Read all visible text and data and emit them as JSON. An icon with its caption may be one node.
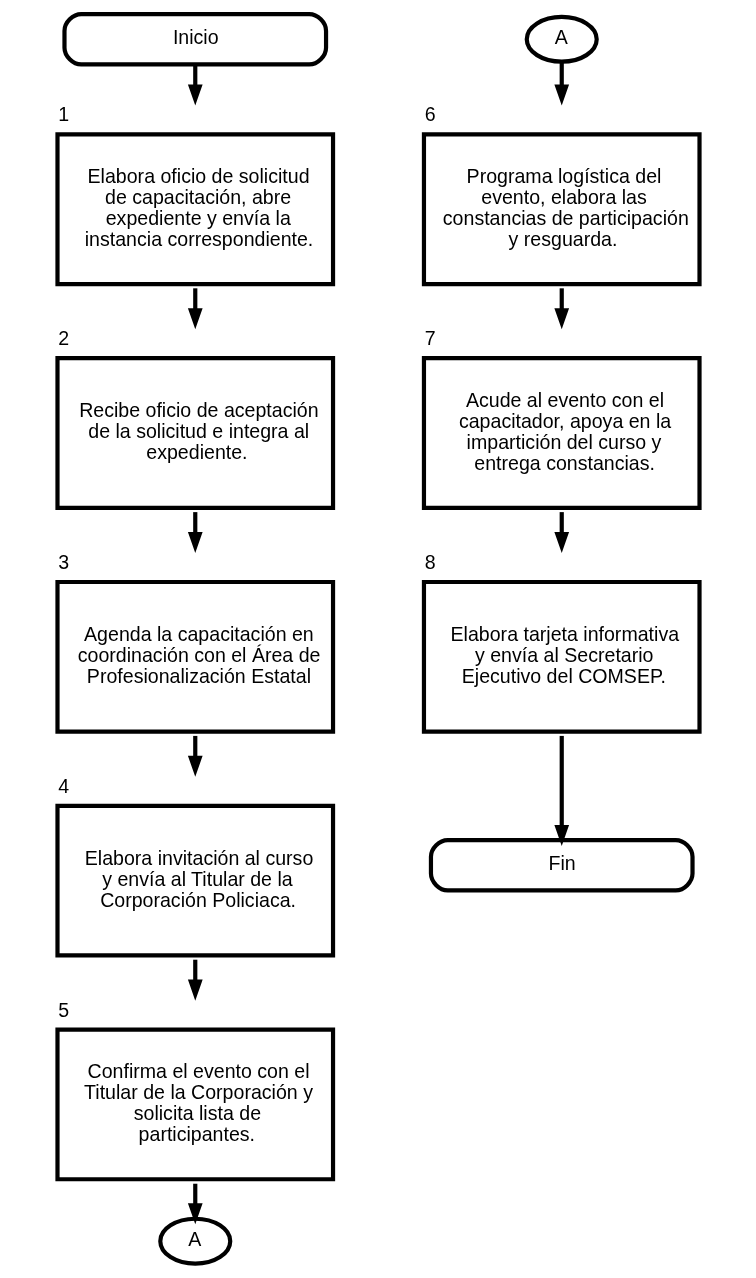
{
  "diagram": {
    "nodes": [
      {
        "text": [
          "Inicio"
        ]
      },
      {
        "text": [
          "Elabora oficio de solicitud de capacitación, abre expediente y envía la instancia correspondiente."
        ],
        "beside": [
          "1"
        ]
      },
      {
        "text": [
          "Recibe oficio de aceptación de la solicitud e integra al expediente."
        ],
        "beside": [
          "2"
        ]
      },
      {
        "text": [
          "Agenda la capacitación en coordinación con el Área de Profesionalización Estatal"
        ],
        "beside": [
          "3"
        ]
      },
      {
        "text": [
          "Elabora invitación al curso y envía al Titular de la Corporación Policiaca."
        ],
        "beside": [
          "4"
        ]
      },
      {
        "text": [
          "Confirma el evento con el Titular de la Corporación y solicita lista de participantes."
        ],
        "beside": [
          "5"
        ]
      },
      {
        "text": [
          "A"
        ]
      },
      {
        "text": [
          "A"
        ]
      },
      {
        "text": [
          "Programa logística del evento, elabora las constancias de participación y resguarda."
        ],
        "beside": [
          "6"
        ]
      },
      {
        "text": [
          "Acude al evento con el capacitador, apoya en la impartición del curso y entrega constancias."
        ],
        "beside": [
          "7"
        ]
      },
      {
        "text": [
          "Elabora tarjeta informativa y envía al Secretario Ejecutivo del COMSEP."
        ],
        "beside": [
          "8"
        ]
      },
      {
        "text": [
          "Fin"
        ]
      }
    ],
    "edges": [
      {
        "from": 0,
        "to": 1,
        "arrow": "to"
      },
      {
        "from": 1,
        "to": 2,
        "arrow": "to"
      },
      {
        "from": 2,
        "to": 3,
        "arrow": "to"
      },
      {
        "from": 3,
        "to": 4,
        "arrow": "to"
      },
      {
        "from": 4,
        "to": 5,
        "arrow": "to"
      },
      {
        "from": 5,
        "to": 6,
        "arrow": "to"
      },
      {
        "from": 7,
        "to": 8,
        "arrow": "to"
      },
      {
        "from": 8,
        "to": 9,
        "arrow": "to"
      },
      {
        "from": 9,
        "to": 10,
        "arrow": "to"
      },
      {
        "from": 10,
        "to": 11,
        "arrow": "to"
      }
    ]
  }
}
